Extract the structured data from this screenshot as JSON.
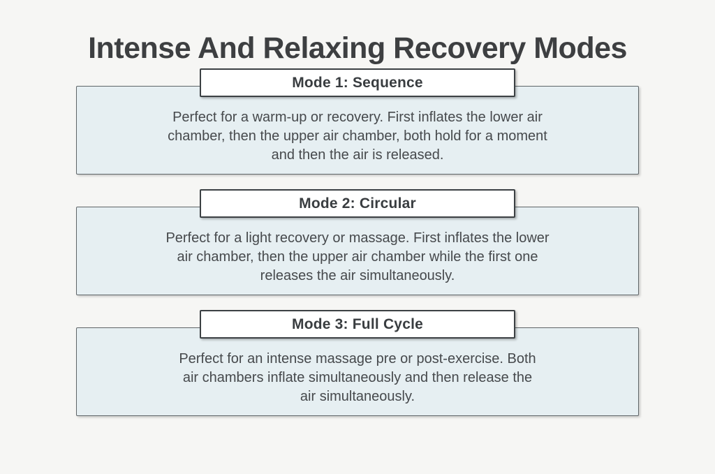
{
  "page": {
    "title": "Intense And Relaxing Recovery Modes"
  },
  "colors": {
    "page_bg": "#f6f6f4",
    "title_color": "#3d3f41",
    "header_bg": "#ffffff",
    "header_border": "#3c4144",
    "header_text": "#393d40",
    "card_bg": "#e6eff2",
    "card_border": "#5f6568",
    "body_text": "#46494c"
  },
  "modes": [
    {
      "title": "Mode 1: Sequence",
      "description": "Perfect for a warm-up or recovery. First inflates the lower air chamber, then the upper air chamber, both hold for a moment and then the air is released.",
      "description_lines": [
        "Perfect for a warm-up or recovery. First inflates the lower air",
        "chamber, then the upper air chamber, both hold for a moment",
        "and then the air is released."
      ]
    },
    {
      "title": "Mode 2: Circular",
      "description": "Perfect for a light recovery or massage. First inflates the lower air chamber, then the upper air chamber while the first one releases the air simultaneously.",
      "description_lines": [
        "Perfect for a light recovery or massage. First inflates the lower",
        "air chamber, then the upper air chamber while the first one",
        "releases the air simultaneously."
      ]
    },
    {
      "title": "Mode 3: Full Cycle",
      "description": "Perfect for an intense massage pre or post-exercise. Both air chambers inflate simultaneously and then release the air simultaneously.",
      "description_lines": [
        "Perfect for an intense massage pre or post-exercise. Both",
        "air chambers inflate simultaneously and then release the",
        "air simultaneously."
      ]
    }
  ]
}
